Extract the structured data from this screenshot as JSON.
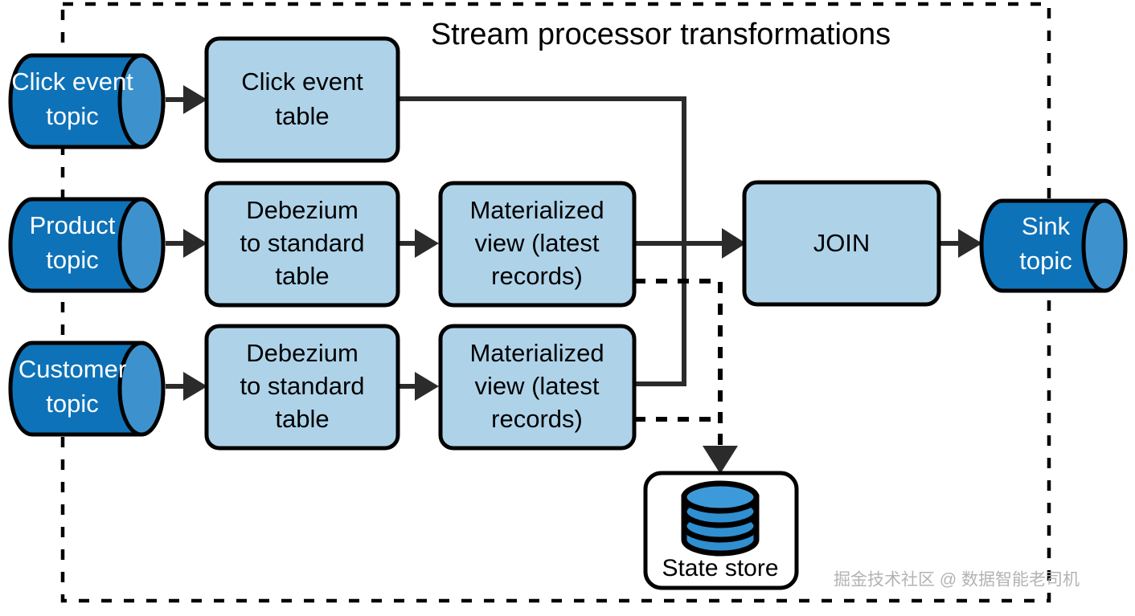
{
  "diagram": {
    "title": "Stream processor transformations",
    "boundary_label": "stream-processor-boundary",
    "watermark": "掘金技术社区 @ 数据智能老司机",
    "colors": {
      "topic_fill": "#0e72b8",
      "topic_cap": "#3d92ce",
      "process_fill": "#aed3e9",
      "outline": "#000000",
      "flow": "#2b2b2b",
      "store_fill": "#ffffff",
      "db_icon": "#2f8fd0",
      "watermark": "#b3b3b3"
    },
    "source_topics": [
      {
        "id": "click-event-topic",
        "line1": "Click event",
        "line2": "topic"
      },
      {
        "id": "product-topic",
        "line1": "Product",
        "line2": "topic"
      },
      {
        "id": "customer-topic",
        "line1": "Customer",
        "line2": "topic"
      }
    ],
    "sink_topic": {
      "id": "sink-topic",
      "line1": "Sink",
      "line2": "topic"
    },
    "transform_boxes": [
      {
        "id": "click-event-table",
        "lines": [
          "Click event",
          "table"
        ]
      },
      {
        "id": "debezium-to-standard-table-product",
        "lines": [
          "Debezium",
          "to standard",
          "table"
        ]
      },
      {
        "id": "materialized-view-product",
        "lines": [
          "Materialized",
          "view (latest",
          "records)"
        ]
      },
      {
        "id": "debezium-to-standard-table-customer",
        "lines": [
          "Debezium",
          "to standard",
          "table"
        ]
      },
      {
        "id": "materialized-view-customer",
        "lines": [
          "Materialized",
          "view (latest",
          "records)"
        ]
      }
    ],
    "join_box": {
      "id": "join-operator",
      "label": "JOIN"
    },
    "state_store": {
      "id": "state-store",
      "label": "State store",
      "icon": "database-stack-icon"
    }
  }
}
